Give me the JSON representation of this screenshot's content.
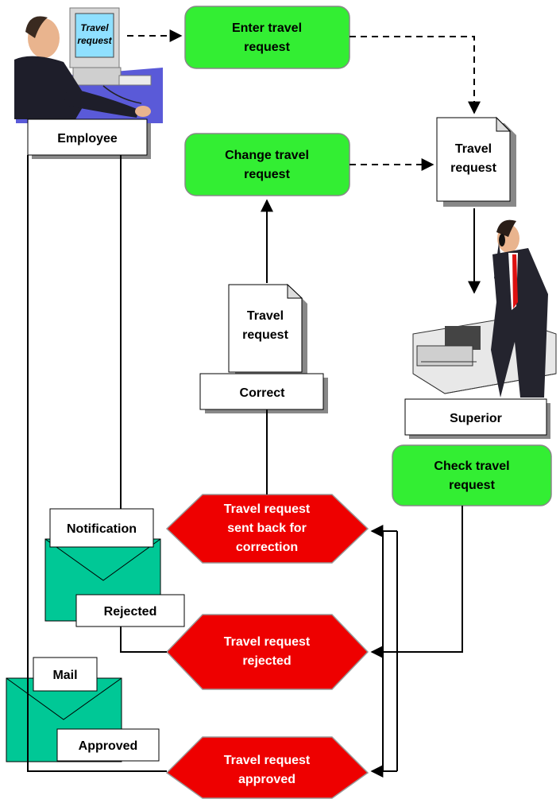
{
  "employee": {
    "label": "Employee",
    "screen_text_line1": "Travel",
    "screen_text_line2": "request"
  },
  "superior": {
    "label": "Superior"
  },
  "steps": {
    "enter": {
      "line1": "Enter travel",
      "line2": "request"
    },
    "change": {
      "line1": "Change travel",
      "line2": "request"
    },
    "check": {
      "line1": "Check travel",
      "line2": "request"
    }
  },
  "documents": {
    "doc_top": {
      "line1": "Travel",
      "line2": "request"
    },
    "doc_mid": {
      "line1": "Travel",
      "line2": "request"
    }
  },
  "correct_box": {
    "label": "Correct"
  },
  "events": {
    "sent_back": {
      "line1": "Travel request",
      "line2": "sent back for",
      "line3": "correction"
    },
    "rejected": {
      "line1": "Travel request",
      "line2": "rejected"
    },
    "approved": {
      "line1": "Travel request",
      "line2": "approved"
    }
  },
  "envelopes": {
    "notification": {
      "tag": "Notification",
      "status": "Rejected"
    },
    "mail": {
      "tag": "Mail",
      "status": "Approved"
    }
  },
  "colors": {
    "step_green": "#33ee33",
    "event_red": "#ee0000",
    "envelope_teal": "#00c896",
    "line": "#000000"
  }
}
